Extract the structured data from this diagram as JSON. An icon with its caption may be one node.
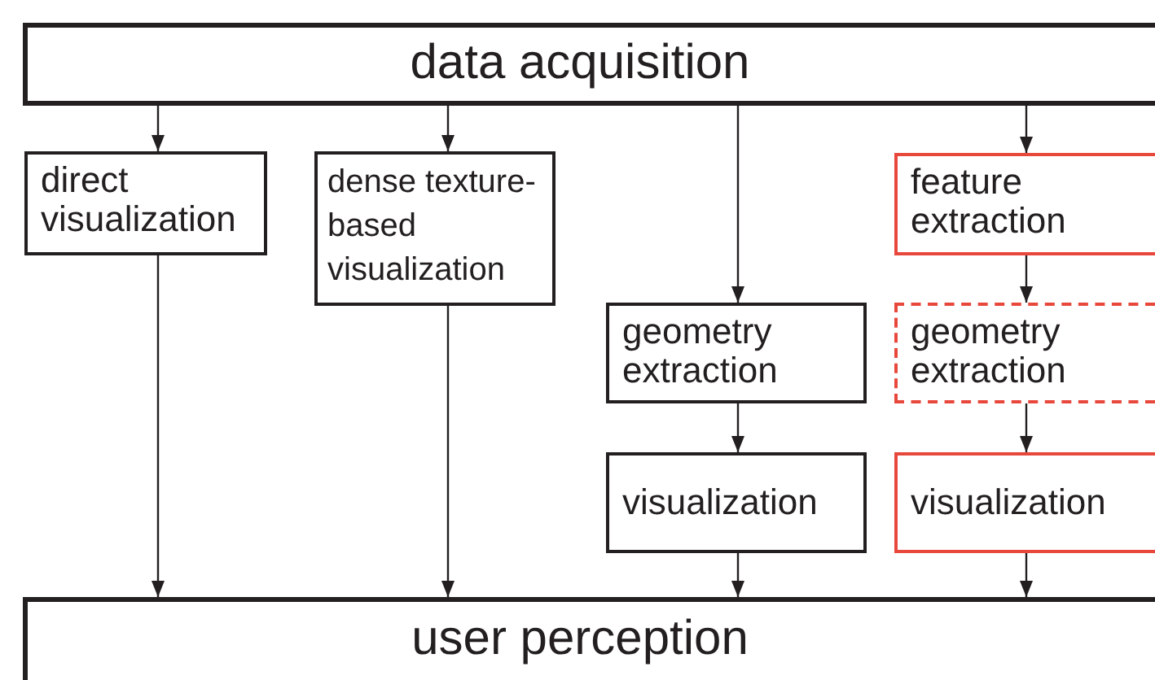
{
  "diagram": {
    "nodes": [
      {
        "text": [
          "data acquisition"
        ]
      },
      {
        "text": [
          "direct visualization"
        ]
      },
      {
        "text": [
          "dense texture-based visualization"
        ]
      },
      {
        "text": [
          "feature extraction"
        ]
      },
      {
        "text": [
          "geometry extraction"
        ]
      },
      {
        "text": [
          "geometry extraction"
        ]
      },
      {
        "text": [
          "visualization"
        ]
      },
      {
        "text": [
          "visualization"
        ]
      },
      {
        "text": [
          "user perception"
        ]
      }
    ],
    "edges": [
      {
        "from": 0,
        "to": 1,
        "arrow": "to"
      },
      {
        "from": 0,
        "to": 2,
        "arrow": "to"
      },
      {
        "from": 0,
        "to": 4,
        "arrow": "to"
      },
      {
        "from": 0,
        "to": 3,
        "arrow": "to"
      },
      {
        "from": 3,
        "to": 5,
        "arrow": "to"
      },
      {
        "from": 4,
        "to": 6,
        "arrow": "to"
      },
      {
        "from": 5,
        "to": 7,
        "arrow": "to"
      },
      {
        "from": 1,
        "to": 8,
        "arrow": "to"
      },
      {
        "from": 2,
        "to": 8,
        "arrow": "to"
      },
      {
        "from": 6,
        "to": 8,
        "arrow": "to"
      },
      {
        "from": 7,
        "to": 8,
        "arrow": "to"
      }
    ]
  }
}
